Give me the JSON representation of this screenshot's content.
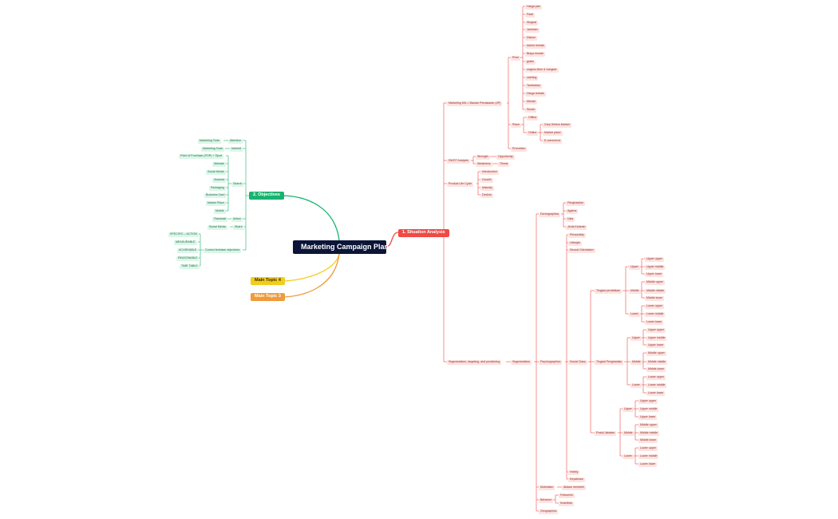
{
  "central": "Marketing Campaign Plan",
  "colors": {
    "red": "#ef4a45",
    "green": "#18b36f",
    "yellow": "#f2cd1d",
    "orange": "#f09a3a",
    "central": "#0b1537",
    "red_bg": "#fde3e1",
    "green_bg": "#dcf6e8"
  },
  "main_topics": {
    "situation": "1. Situation Analysis",
    "objectives": "2. Objectives",
    "topic4": "Main Topic 4",
    "topic3": "Main Topic 3"
  },
  "situation": {
    "mix": "Marketing Mix = Bauran Pemasaran (4P)",
    "price": "Price",
    "price_items": [
      "Harga pas",
      "Pasti",
      "Singkat",
      "Jaminan",
      "Diskon",
      "Admin terbaik",
      "Biaya rendah",
      "gratis",
      "ongkos kirim & bongkar",
      "cashing",
      "Tambahan",
      "Harga terbaik",
      "Meriah",
      "Sunan"
    ],
    "place": "Place",
    "offline": "Offline",
    "online": "Online",
    "online_items": [
      "Grey Sellers Market",
      "Market place",
      "E-commerce"
    ],
    "promotion": "Promotion",
    "swot": "SWOT Analysis",
    "strength": "Strength",
    "opportunity": "Opportunity",
    "weakness": "Weakness",
    "threat": "Threat",
    "plc": "Product Life Cycle",
    "plc_items": [
      "Introduction",
      "Growth",
      "Maturity",
      "Decline"
    ],
    "stp": "Segmentation, targeting, and positioning",
    "segmentation": "Segmentation",
    "demographics": "Demographics",
    "demo_items": [
      "Penghasilan",
      "Agama",
      "Usia",
      "Jenis Kelamin"
    ],
    "psychographics": "Psychographics",
    "psycho_items": [
      "Personality",
      "Lifestyle",
      "Sexual Orientation"
    ],
    "social_class": "Social Class",
    "classes": [
      "Tingkat pendidikan",
      "Tingkat Penghasilan",
      "Posisi Jabatan"
    ],
    "levels": [
      "Upper",
      "Middle",
      "Lower"
    ],
    "sub_levels": [
      [
        "Upper upper",
        "Upper middle",
        "Upper lower"
      ],
      [
        "Middle upper",
        "Middle middle",
        "Middle lower"
      ],
      [
        "Lower upper",
        "Lower middle",
        "Lower lower"
      ]
    ],
    "hobby": "Hobby",
    "keyakinan": "Keyakinan",
    "motivation": "Motivation",
    "motivation_item": "Alasan membeli",
    "behavior": "Behavior",
    "behavior_items": [
      "Frekuensi",
      "Kuantitas"
    ],
    "geographics": "Geographics"
  },
  "objectives": {
    "attention": "Attention",
    "marketing_tools": "Marketing Tools",
    "interest": "Interest",
    "search": "Search",
    "search_items": [
      "Point of Purchase (POP) + Sport",
      "Website",
      "Social Media",
      "Sosmed",
      "Packaging",
      "Business Card",
      "Market Place",
      "Mobile"
    ],
    "action": "Action",
    "action_item": "Flashsale",
    "share": "Share",
    "share_item": "Social Media",
    "smart": "Control tentukan objectives",
    "smart_items": [
      "SPECIFIC – ACTION",
      "MEASURABLE",
      "ACHIEVABLE",
      "REASONABLE",
      "TIME TABLE"
    ]
  }
}
